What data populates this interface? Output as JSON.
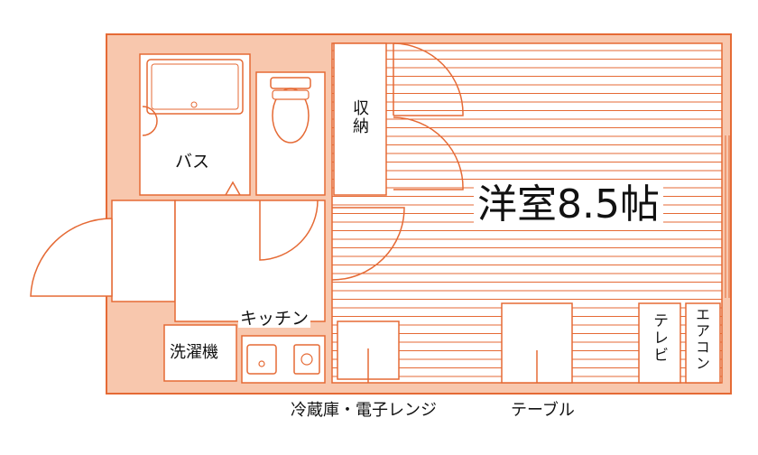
{
  "floorplan": {
    "room_label": "洋室8.5帖",
    "bath_label": "バス",
    "storage_label": "収納",
    "kitchen_label": "キッチン",
    "washer_label": "洗濯機",
    "tv_label": "テレビ",
    "aircon_label": "エアコン",
    "fridge_label": "冷蔵庫・電子レンジ",
    "table_label": "テーブル",
    "colors": {
      "fill": "#f8c7ad",
      "line": "#e56a35",
      "paper": "#ffffff"
    }
  }
}
